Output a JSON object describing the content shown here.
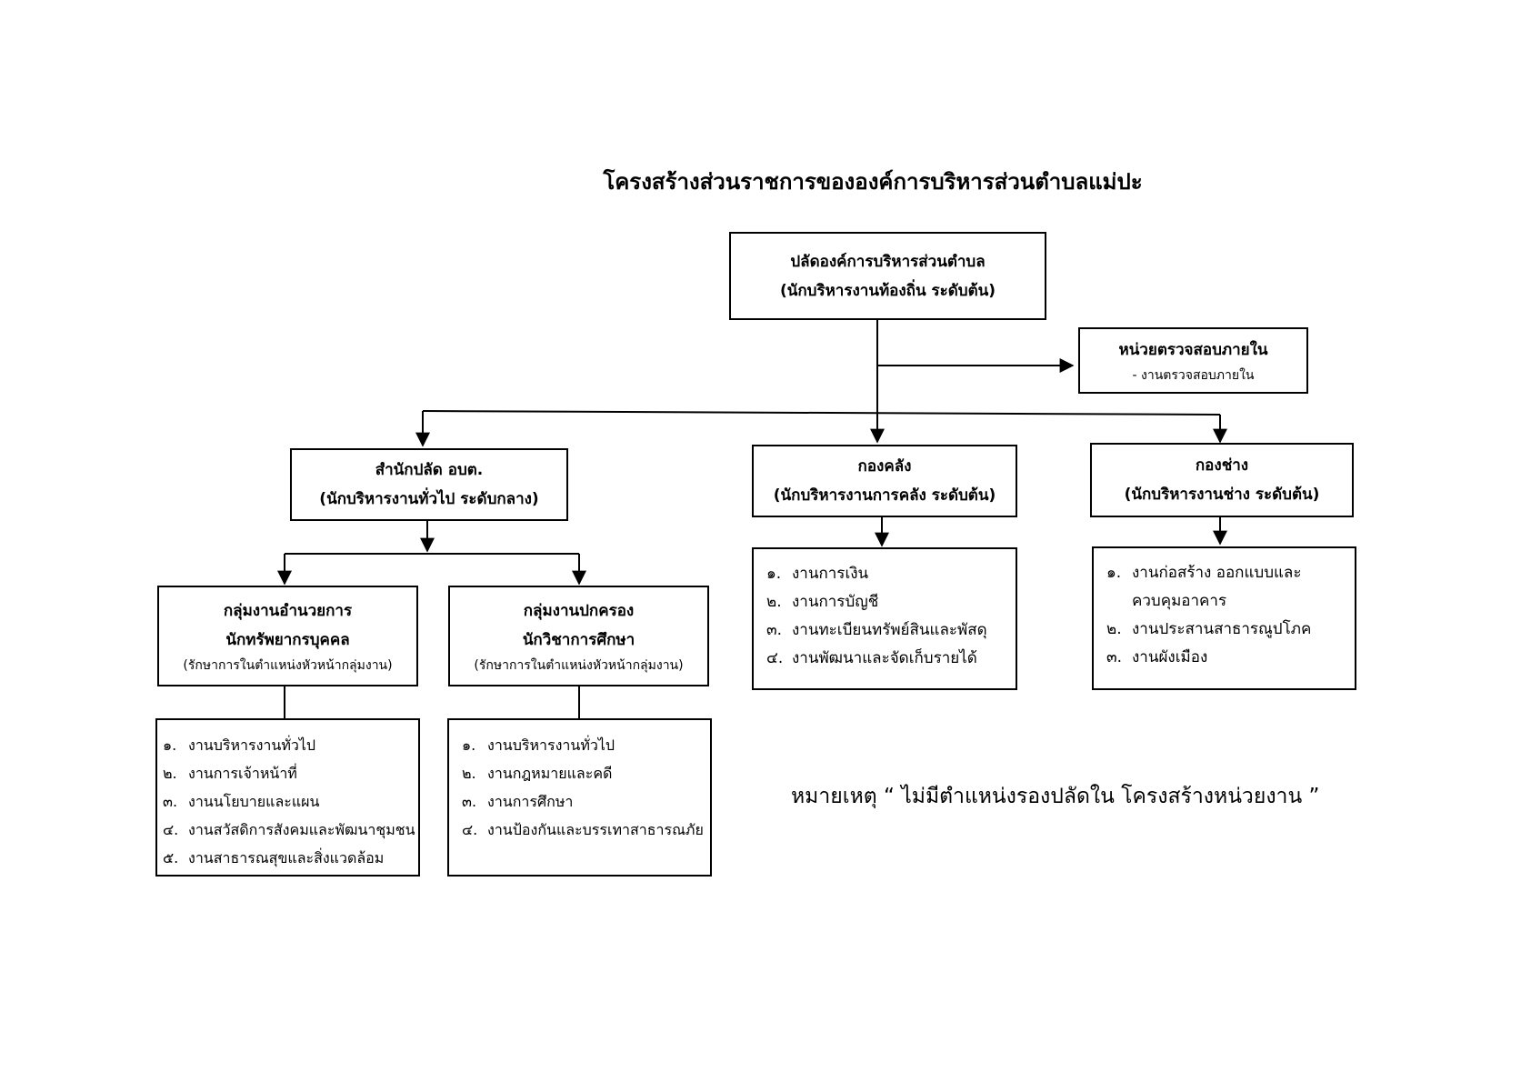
{
  "title": "โครงสร้างส่วนราชการขององค์การบริหารส่วนตำบลแม่ปะ",
  "top": {
    "title": "ปลัดองค์การบริหารส่วนตำบล",
    "subtitle": "(นักบริหารงานท้องถิ่น ระดับต้น)"
  },
  "audit": {
    "title": "หน่วยตรวจสอบภายใน",
    "item": "- งานตรวจสอบภายใน"
  },
  "office": {
    "title": "สำนักปลัด อบต.",
    "subtitle": "(นักบริหารงานทั่วไป ระดับกลาง)"
  },
  "hr_group": {
    "line1": "กลุ่มงานอำนวยการ",
    "line2": "นักทรัพยากรบุคคล",
    "note": "(รักษาการในตำแหน่งหัวหน้ากลุ่มงาน)",
    "items": [
      {
        "num": "๑.",
        "text": "งานบริหารงานทั่วไป"
      },
      {
        "num": "๒.",
        "text": "งานการเจ้าหน้าที่"
      },
      {
        "num": "๓.",
        "text": "งานนโยบายและแผน"
      },
      {
        "num": "๔.",
        "text": "งานสวัสดิการสังคมและพัฒนาชุมชน"
      },
      {
        "num": "๕.",
        "text": "งานสาธารณสุขและสิ่งแวดล้อม"
      }
    ]
  },
  "gov_group": {
    "line1": "กลุ่มงานปกครอง",
    "line2": "นักวิชาการศึกษา",
    "note": "(รักษาการในตำแหน่งหัวหน้ากลุ่มงาน)",
    "items": [
      {
        "num": "๑.",
        "text": "งานบริหารงานทั่วไป"
      },
      {
        "num": "๒.",
        "text": "งานกฎหมายและคดี"
      },
      {
        "num": "๓.",
        "text": "งานการศึกษา"
      },
      {
        "num": "๔.",
        "text": "งานป้องกันและบรรเทาสาธารณภัย"
      }
    ]
  },
  "finance": {
    "title": "กองคลัง",
    "subtitle": "(นักบริหารงานการคลัง ระดับต้น)",
    "items": [
      {
        "num": "๑.",
        "text": "งานการเงิน"
      },
      {
        "num": "๒.",
        "text": "งานการบัญชี"
      },
      {
        "num": "๓.",
        "text": "งานทะเบียนทรัพย์สินและพัสดุ"
      },
      {
        "num": "๔.",
        "text": "งานพัฒนาและจัดเก็บรายได้"
      }
    ]
  },
  "engineering": {
    "title": "กองช่าง",
    "subtitle": "(นักบริหารงานช่าง ระดับต้น)",
    "items": [
      {
        "num": "๑.",
        "text": "งานก่อสร้าง ออกแบบและ"
      },
      {
        "num": "",
        "text": "ควบคุมอาคาร"
      },
      {
        "num": "๒.",
        "text": "งานประสานสาธารณูปโภค"
      },
      {
        "num": "๓.",
        "text": "งานผังเมือง"
      }
    ]
  },
  "remark": "หมายเหตุ “ ไม่มีตำแหน่งรองปลัดใน โครงสร้างหน่วยงาน ”"
}
